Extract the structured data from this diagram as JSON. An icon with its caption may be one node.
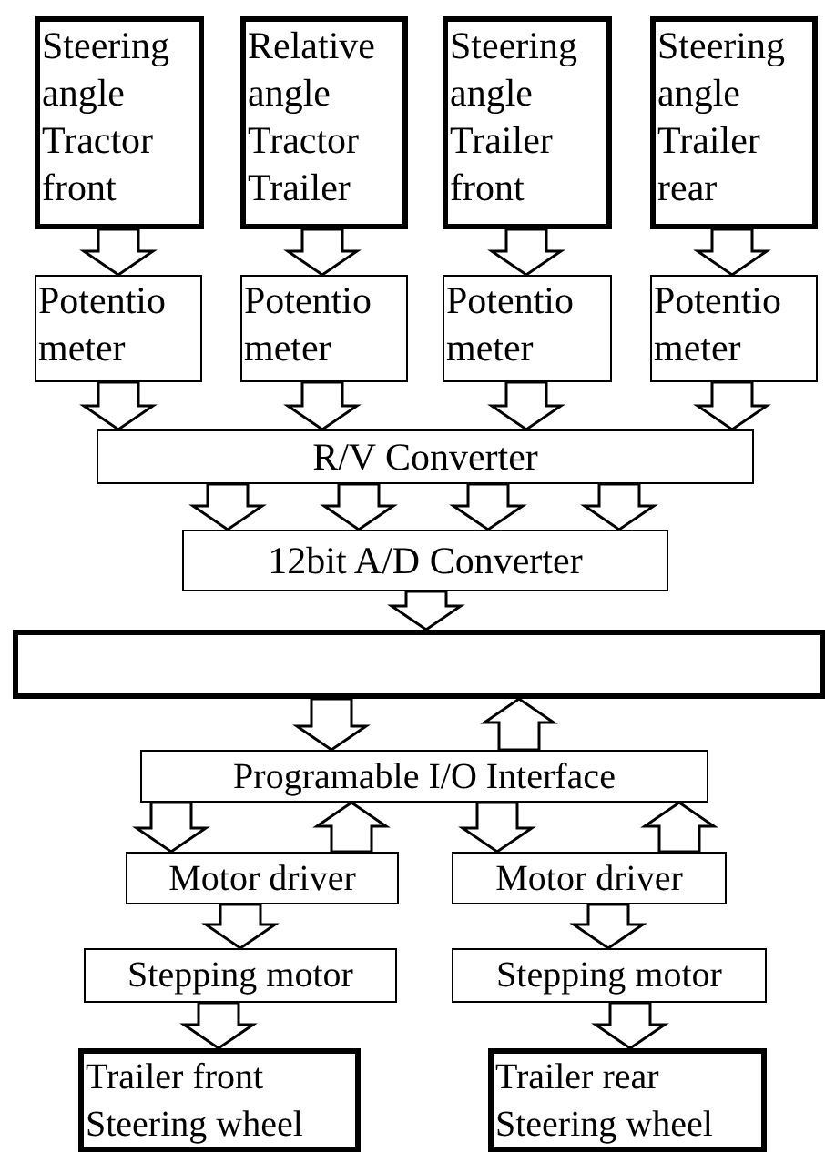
{
  "diagram": {
    "nodes": [
      {
        "text": [
          "Steering angle Tractor front"
        ]
      },
      {
        "text": [
          "Relative angle Tractor Trailer"
        ]
      },
      {
        "text": [
          "Steering angle Trailer front"
        ]
      },
      {
        "text": [
          "Steering angle Trailer rear"
        ]
      },
      {
        "text": [
          "Potentio meter"
        ]
      },
      {
        "text": [
          "Potentio meter"
        ]
      },
      {
        "text": [
          "Potentio meter"
        ]
      },
      {
        "text": [
          "Potentio meter"
        ]
      },
      {
        "text": [
          "R/V Converter"
        ]
      },
      {
        "text": [
          "12bit A/D Converter"
        ]
      },
      {
        "text": [],
        "shape": "box"
      },
      {
        "text": [
          "Programable I/O Interface"
        ]
      },
      {
        "text": [
          "Motor driver"
        ]
      },
      {
        "text": [
          "Motor driver"
        ]
      },
      {
        "text": [
          "Stepping motor"
        ]
      },
      {
        "text": [
          "Stepping motor"
        ]
      },
      {
        "text": [
          "Trailer front Steering wheel"
        ]
      },
      {
        "text": [
          "Trailer rear Steering wheel"
        ]
      }
    ],
    "edges": [
      {
        "from": 0,
        "to": 4,
        "arrow": "to"
      },
      {
        "from": 1,
        "to": 5,
        "arrow": "to"
      },
      {
        "from": 2,
        "to": 6,
        "arrow": "to"
      },
      {
        "from": 3,
        "to": 7,
        "arrow": "to"
      },
      {
        "from": 4,
        "to": 8,
        "arrow": "to"
      },
      {
        "from": 5,
        "to": 8,
        "arrow": "to"
      },
      {
        "from": 6,
        "to": 8,
        "arrow": "to"
      },
      {
        "from": 7,
        "to": 8,
        "arrow": "to"
      },
      {
        "from": 8,
        "to": 9,
        "arrow": "to"
      },
      {
        "from": 8,
        "to": 9,
        "arrow": "to"
      },
      {
        "from": 8,
        "to": 9,
        "arrow": "to"
      },
      {
        "from": 8,
        "to": 9,
        "arrow": "to"
      },
      {
        "from": 9,
        "to": 10,
        "arrow": "to"
      },
      {
        "from": 10,
        "to": 11,
        "arrow": "to"
      },
      {
        "from": 11,
        "to": 10,
        "arrow": "to"
      },
      {
        "from": 11,
        "to": 12,
        "arrow": "to"
      },
      {
        "from": 12,
        "to": 11,
        "arrow": "to"
      },
      {
        "from": 11,
        "to": 13,
        "arrow": "to"
      },
      {
        "from": 13,
        "to": 11,
        "arrow": "to"
      },
      {
        "from": 12,
        "to": 14,
        "arrow": "to"
      },
      {
        "from": 13,
        "to": 15,
        "arrow": "to"
      },
      {
        "from": 14,
        "to": 16,
        "arrow": "to"
      },
      {
        "from": 15,
        "to": 17,
        "arrow": "to"
      }
    ]
  }
}
